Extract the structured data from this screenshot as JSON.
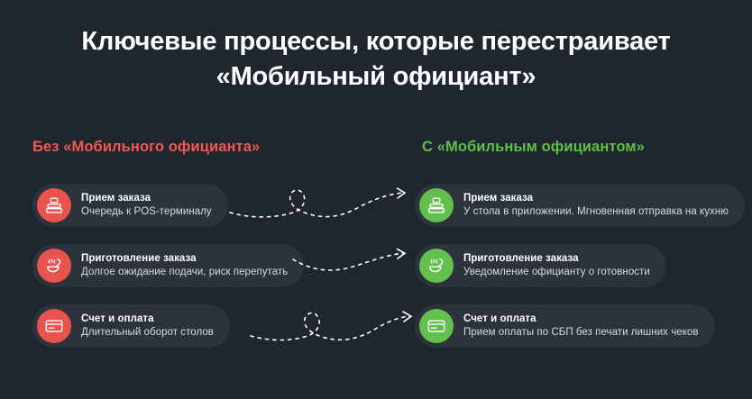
{
  "title": {
    "line1": "Ключевые процессы, которые перестраивает",
    "line2": "«Мобильный официант»"
  },
  "columns": {
    "left_header": "Без «Мобильного официанта»",
    "right_header": "С «Мобильным официантом»"
  },
  "left_items": [
    {
      "icon": "pos-terminal-icon",
      "title": "Прием заказа",
      "subtitle": "Очередь к POS-терминалу"
    },
    {
      "icon": "soup-ladle-icon",
      "title": "Приготовление заказа",
      "subtitle": "Долгое ожидание подачи, риск перепутать"
    },
    {
      "icon": "credit-card-icon",
      "title": "Счет и оплата",
      "subtitle": "Длительный оборот столов"
    }
  ],
  "right_items": [
    {
      "icon": "pos-terminal-icon",
      "title": "Прием заказа",
      "subtitle": "У стола в приложении. Мгновенная отправка на кухню"
    },
    {
      "icon": "soup-ladle-icon",
      "title": "Приготовление заказа",
      "subtitle": "Уведомление официанту о готовности"
    },
    {
      "icon": "credit-card-icon",
      "title": "Счет и оплата",
      "subtitle": "Прием оплаты по СБП без печати лишних чеков"
    }
  ],
  "colors": {
    "background": "#20262e",
    "card_background": "#2c333d",
    "negative": "#e9534e",
    "positive": "#63c04e",
    "title_text": "#ffffff",
    "subtitle_text": "#d6dbe1",
    "arrow": "#ffffff"
  },
  "connectors": [
    {
      "name": "arrow-row-1",
      "style": "looped-dashed"
    },
    {
      "name": "arrow-row-2",
      "style": "wave-dashed"
    },
    {
      "name": "arrow-row-3",
      "style": "looped-dashed"
    }
  ]
}
